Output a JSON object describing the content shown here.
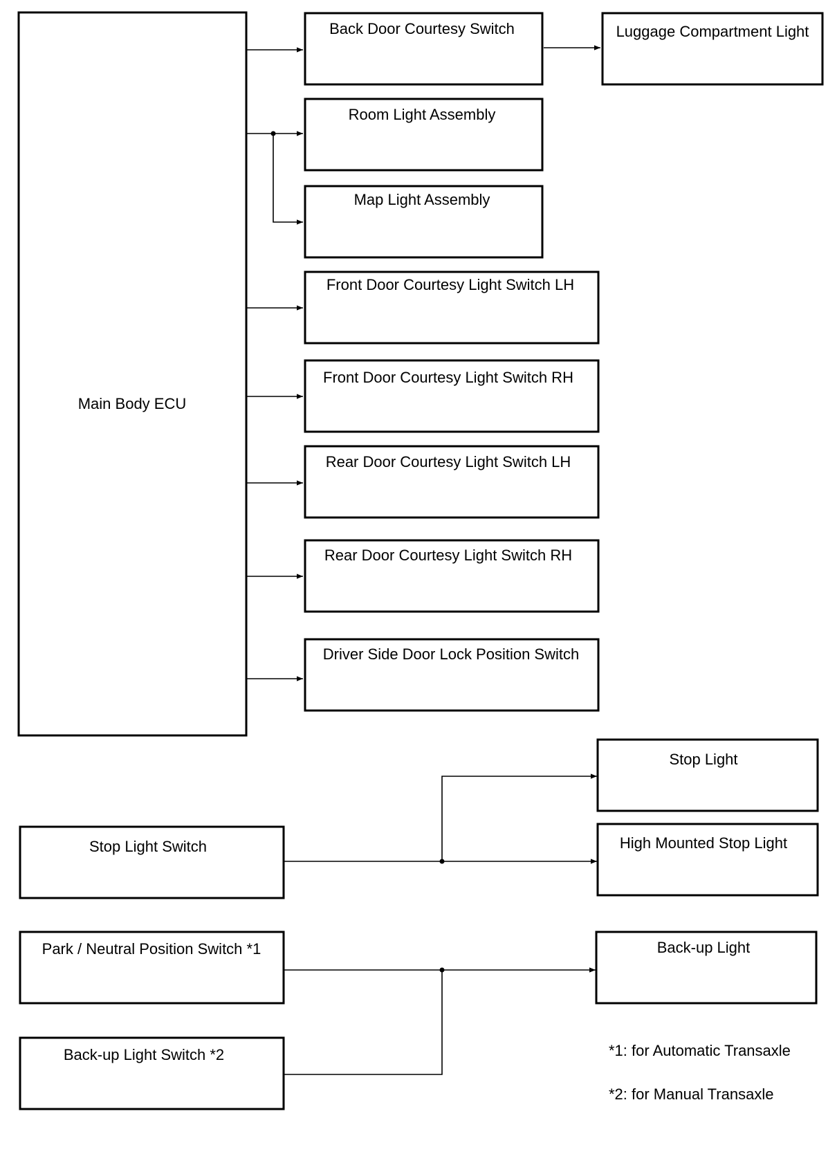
{
  "diagram": {
    "ecu": "Main Body ECU",
    "back_door_switch": "Back Door Courtesy Switch",
    "luggage_light": "Luggage Compartment Light",
    "room_light": "Room Light Assembly",
    "map_light": "Map Light Assembly",
    "front_lh": "Front Door Courtesy Light Switch LH",
    "front_rh": "Front Door Courtesy Light Switch RH",
    "rear_lh": "Rear Door Courtesy Light Switch LH",
    "rear_rh": "Rear Door Courtesy Light Switch RH",
    "driver_lock": "Driver Side Door Lock Position Switch",
    "stop_switch": "Stop Light Switch",
    "stop_light": "Stop Light",
    "high_stop_light": "High Mounted Stop Light",
    "park_neutral": "Park / Neutral Position Switch *1",
    "backup_switch": "Back-up Light Switch *2",
    "backup_light": "Back-up Light",
    "note1": "*1: for Automatic Transaxle",
    "note2": "*2: for Manual Transaxle"
  }
}
